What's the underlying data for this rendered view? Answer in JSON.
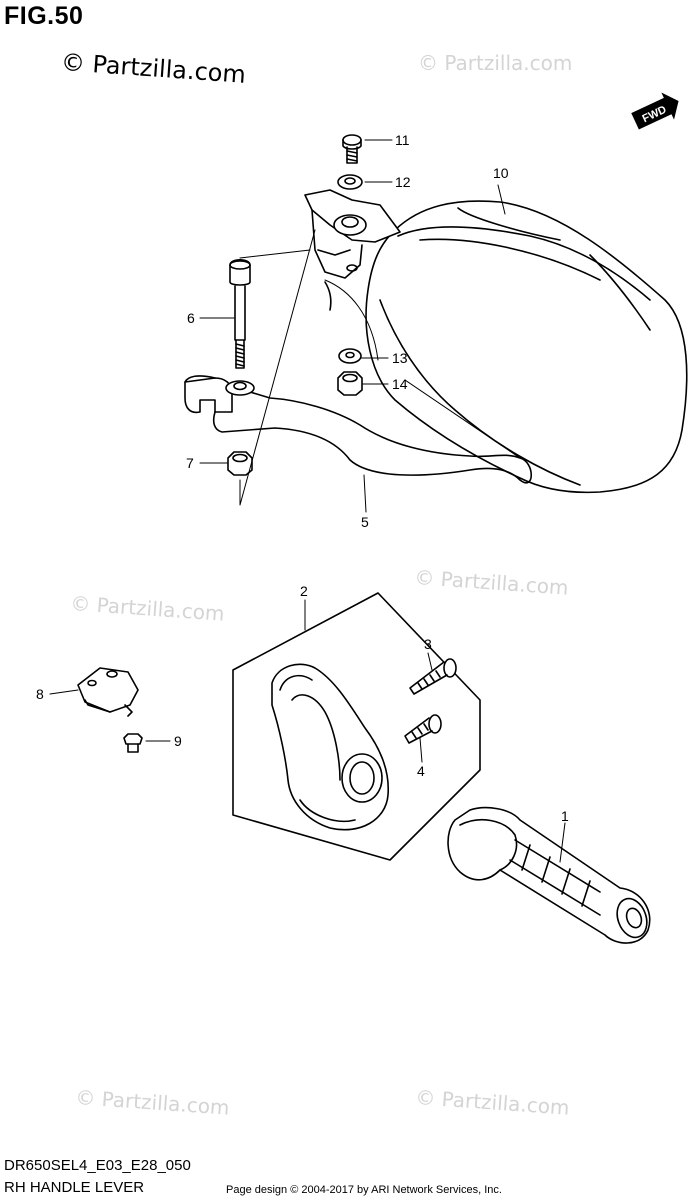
{
  "figure": {
    "title": "FIG.50",
    "copyright": "© Partzilla.com",
    "watermark": "© Partzilla.com",
    "fwd_label": "FWD"
  },
  "callouts": {
    "p1": "1",
    "p2": "2",
    "p3": "3",
    "p4": "4",
    "p5": "5",
    "p6": "6",
    "p7": "7",
    "p8": "8",
    "p9": "9",
    "p10": "10",
    "p11": "11",
    "p12": "12",
    "p13": "13",
    "p14": "14"
  },
  "footer": {
    "model_code": "DR650SEL4_E03_E28_050",
    "section_title": "RH HANDLE LEVER",
    "credit": "Page design © 2004-2017 by ARI Network Services, Inc."
  },
  "colors": {
    "line": "#000000",
    "watermark": "#d4d4d4"
  }
}
